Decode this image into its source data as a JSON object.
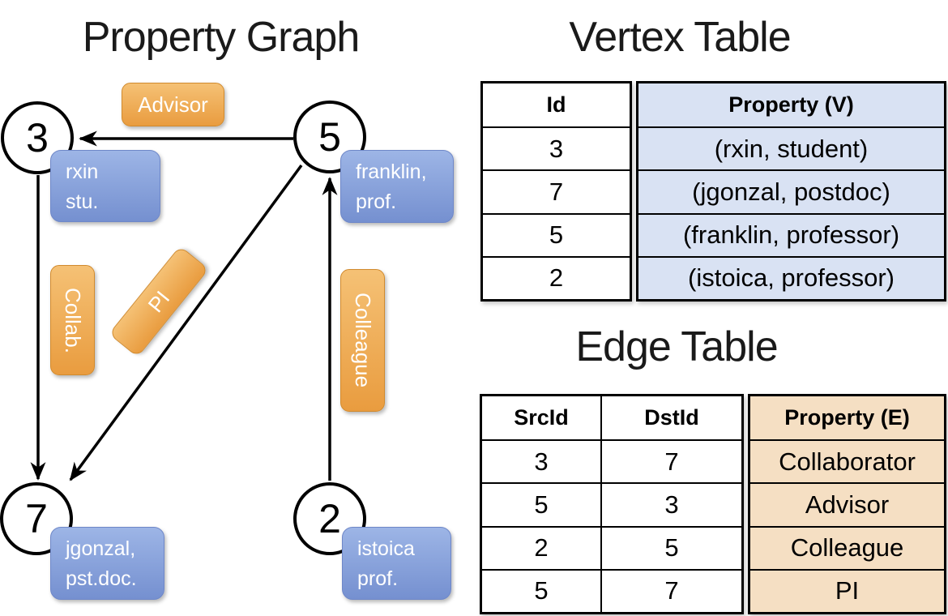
{
  "titles": {
    "graph": "Property Graph",
    "vertex": "Vertex Table",
    "edge": "Edge Table"
  },
  "colors": {
    "edge_label_orange_top": "#f5c175",
    "edge_label_orange_bottom": "#e99c3f",
    "vertex_label_blue_top": "#9db5e6",
    "vertex_label_blue_bottom": "#7590d0",
    "vertex_property_cell": "#d9e2f3",
    "edge_property_cell": "#f5dfc3",
    "line_color": "#000000"
  },
  "graph": {
    "nodes": [
      {
        "id": "3",
        "prop_lines": [
          "rxin",
          "stu."
        ]
      },
      {
        "id": "5",
        "prop_lines": [
          "franklin,",
          "prof."
        ]
      },
      {
        "id": "7",
        "prop_lines": [
          "jgonzal,",
          "pst.doc."
        ]
      },
      {
        "id": "2",
        "prop_lines": [
          "istoica",
          "prof."
        ]
      }
    ],
    "edge_labels": [
      {
        "text": "Advisor",
        "src": "5",
        "dst": "3"
      },
      {
        "text": "Collab.",
        "src": "3",
        "dst": "7"
      },
      {
        "text": "PI",
        "src": "5",
        "dst": "7"
      },
      {
        "text": "Colleague",
        "src": "2",
        "dst": "5"
      }
    ]
  },
  "vertex_table": {
    "headers": {
      "id": "Id",
      "property": "Property (V)"
    },
    "rows": [
      {
        "id": "3",
        "property": "(rxin, student)"
      },
      {
        "id": "7",
        "property": "(jgonzal, postdoc)"
      },
      {
        "id": "5",
        "property": "(franklin, professor)"
      },
      {
        "id": "2",
        "property": "(istoica, professor)"
      }
    ]
  },
  "edge_table": {
    "headers": {
      "src": "SrcId",
      "dst": "DstId",
      "property": "Property (E)"
    },
    "rows": [
      {
        "src": "3",
        "dst": "7",
        "property": "Collaborator"
      },
      {
        "src": "5",
        "dst": "3",
        "property": "Advisor"
      },
      {
        "src": "2",
        "dst": "5",
        "property": "Colleague"
      },
      {
        "src": "5",
        "dst": "7",
        "property": "PI"
      }
    ]
  }
}
